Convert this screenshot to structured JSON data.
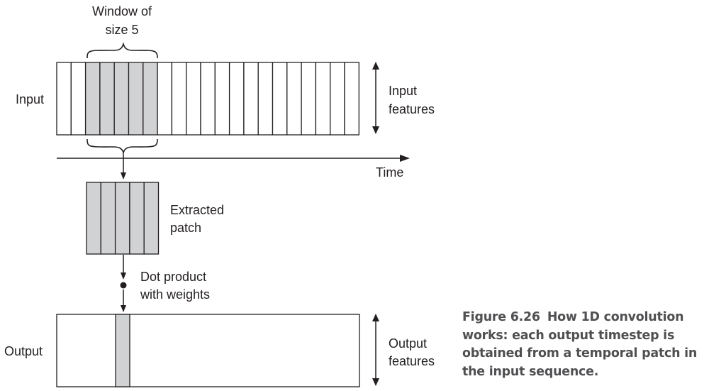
{
  "labels": {
    "window_line1": "Window of",
    "window_line2": "size 5",
    "input": "Input",
    "input_features_line1": "Input",
    "input_features_line2": "features",
    "time": "Time",
    "extracted_line1": "Extracted",
    "extracted_line2": "patch",
    "dot_line1": "Dot product",
    "dot_line2": "with weights",
    "output": "Output",
    "output_features_line1": "Output",
    "output_features_line2": "features"
  },
  "caption": {
    "figure_number": "Figure 6.26",
    "text": "How 1D convolution works: each output timestep is obtained from a temporal patch in the input sequence."
  },
  "diagram": {
    "input_timesteps": 21,
    "window_size": 5,
    "colors": {
      "line": "#231f20",
      "shade": "#d1d2d4",
      "background": "#ffffff"
    }
  }
}
